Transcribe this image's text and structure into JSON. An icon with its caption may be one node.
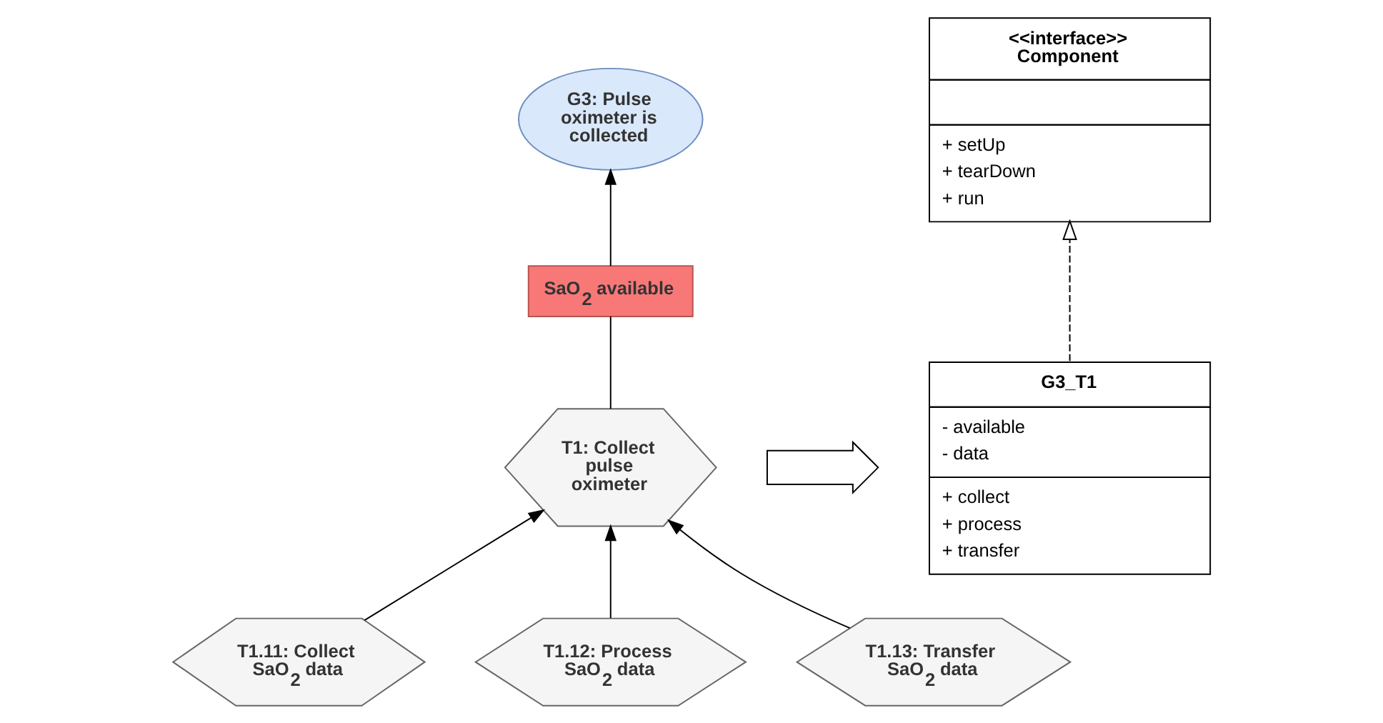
{
  "diagram": {
    "nodes": [
      {
        "text": [
          "G3: Pulse oximeter is collected"
        ]
      },
      {
        "text": [
          "SaO$_{2}$ available"
        ]
      },
      {
        "text": [
          "T1: Collect pulse oximeter"
        ]
      },
      {
        "text": [
          "T1.11: Collect SaO$_{2}$ data"
        ]
      },
      {
        "text": [
          "T1.12: Process SaO$_{2}$ data"
        ]
      },
      {
        "text": [
          "T1.13: Transfer SaO$_{2}$ data"
        ]
      },
      {
        "text": [
          "<<interface>> Component",
          "+ setUp",
          "+ tearDown",
          "+ run"
        ]
      },
      {
        "text": [
          "G3_T1",
          "- available",
          "- data",
          "+ collect",
          "+ process",
          "+ transfer"
        ]
      },
      {
        "text": [],
        "shape": "arrow"
      }
    ],
    "edges": [
      {
        "from": 3,
        "to": 2,
        "arrow": "to"
      },
      {
        "from": 4,
        "to": 2,
        "arrow": "to"
      },
      {
        "from": 5,
        "to": 2,
        "arrow": "to"
      },
      {
        "from": 2,
        "to": 1,
        "arrow": "none"
      },
      {
        "from": 1,
        "to": 0,
        "arrow": "to"
      },
      {
        "from": 7,
        "to": 6,
        "arrow": "to",
        "style": "dashed"
      }
    ]
  }
}
